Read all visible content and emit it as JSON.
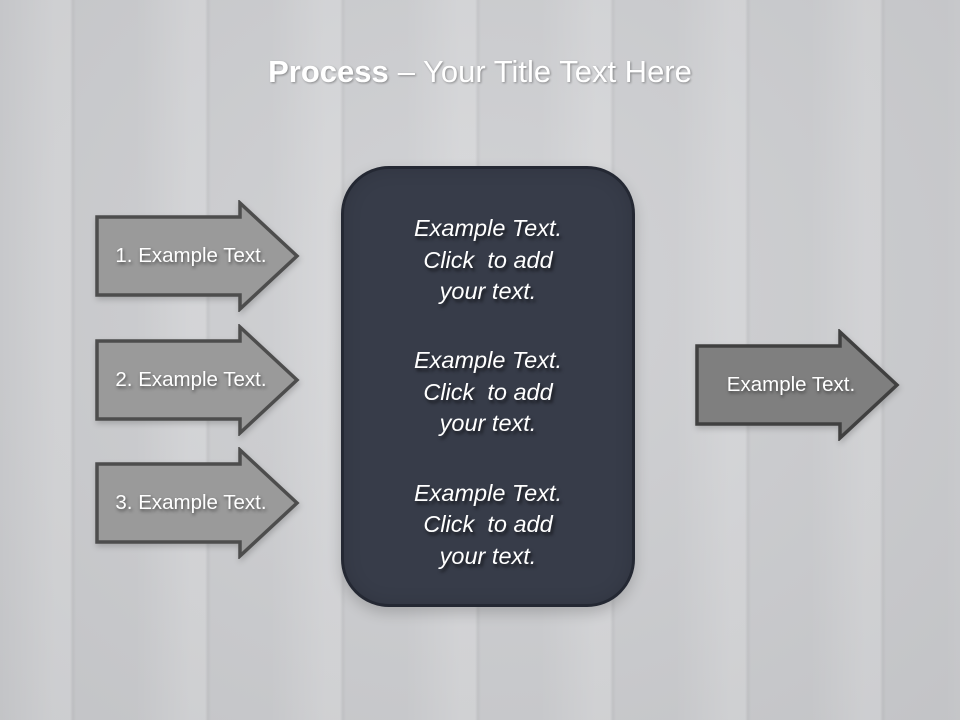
{
  "slide": {
    "title": {
      "bold": "Process",
      "rest": "– Your Title Text Here"
    }
  },
  "left_arrows": [
    {
      "label": "1. Example Text."
    },
    {
      "label": "2. Example Text."
    },
    {
      "label": "3. Example Text."
    }
  ],
  "right_arrow": {
    "label": "Example Text."
  },
  "center_panel": {
    "blocks": [
      "Example Text.\nClick  to add\nyour text.",
      "Example Text.\nClick  to add\nyour text.",
      "Example Text.\nClick  to add\nyour text."
    ]
  },
  "colors": {
    "header_top": "#2b2f39",
    "header_bottom": "#585d6a",
    "body_bg": "#cdced1",
    "title_color": "#ffffff",
    "left_arrow_fill": "#9a9a9a",
    "left_arrow_border": "#4d4d4d",
    "right_arrow_fill": "#7f7f7f",
    "right_arrow_border": "#404040",
    "panel_fill": "#373c49",
    "panel_border": "#242833"
  }
}
